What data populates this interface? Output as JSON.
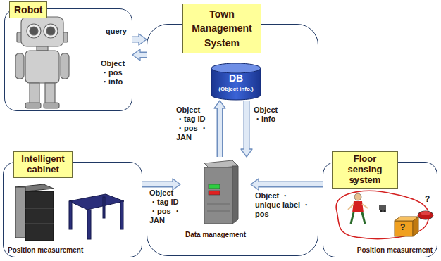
{
  "diagram": {
    "nodes": [
      {
        "text": [
          "Robot"
        ]
      },
      {
        "text": [
          "Town Management System"
        ]
      },
      {
        "text": [
          "DB",
          "(Object info.)"
        ],
        "in": 1
      },
      {
        "text": [
          "Data management"
        ],
        "in": 1
      },
      {
        "text": [
          "Intelligent cabinet",
          "Position measurement"
        ]
      },
      {
        "text": [
          "Floor sensing system",
          "Position measurement"
        ]
      }
    ],
    "edges": [
      {
        "from": 0,
        "to": 1,
        "arrow": "to",
        "label": "query"
      },
      {
        "from": 1,
        "to": 0,
        "arrow": "to",
        "label": "Object ・pos ・info"
      },
      {
        "from": 3,
        "to": 2,
        "arrow": "to",
        "label": "Object ・tag ID ・pos ・JAN"
      },
      {
        "from": 2,
        "to": 3,
        "arrow": "to",
        "label": "Object ・info"
      },
      {
        "from": 4,
        "to": 3,
        "arrow": "to",
        "label": "Object ・tag ID ・pos ・JAN"
      },
      {
        "from": 5,
        "to": 3,
        "arrow": "to",
        "label": "Object ・unique label ・pos"
      }
    ],
    "labels": [
      "?",
      "?",
      "?"
    ]
  }
}
